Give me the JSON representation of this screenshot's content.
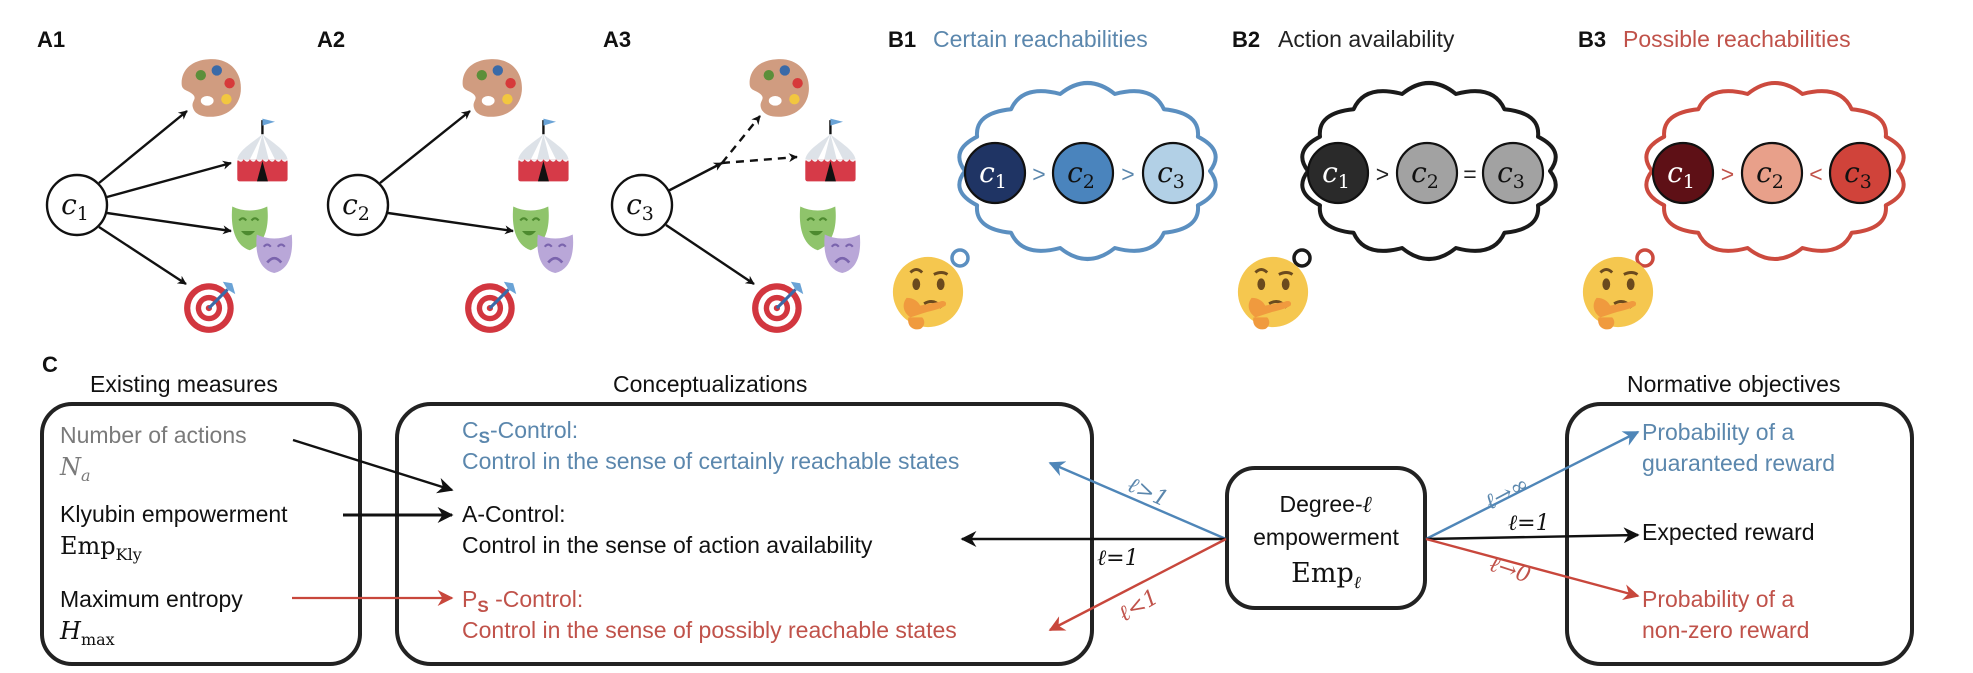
{
  "panels_a": [
    {
      "label": "A1",
      "node": "c",
      "sub": "1"
    },
    {
      "label": "A2",
      "node": "c",
      "sub": "2"
    },
    {
      "label": "A3",
      "node": "c",
      "sub": "3"
    }
  ],
  "panels_b": [
    {
      "label": "B1",
      "title": "Certain reachabilities",
      "title_color": "#5b87ad",
      "cloud_color": "#5b8fc0",
      "nodes": [
        {
          "node": "c",
          "sub": "1",
          "fill": "#1f3464",
          "text": "#ffffff"
        },
        {
          "node": "c",
          "sub": "2",
          "fill": "#4a84bd",
          "text": "#111111"
        },
        {
          "node": "c",
          "sub": "3",
          "fill": "#b2d0e6",
          "text": "#111111"
        }
      ],
      "relations": [
        ">",
        ">"
      ],
      "relation_color": "#5b87ad"
    },
    {
      "label": "B2",
      "title": "Action availability",
      "title_color": "#222222",
      "cloud_color": "#1a1a1a",
      "nodes": [
        {
          "node": "c",
          "sub": "1",
          "fill": "#2a2a2a",
          "text": "#ffffff"
        },
        {
          "node": "c",
          "sub": "2",
          "fill": "#a2a2a2",
          "text": "#111111"
        },
        {
          "node": "c",
          "sub": "3",
          "fill": "#a2a2a2",
          "text": "#111111"
        }
      ],
      "relations": [
        ">",
        "="
      ],
      "relation_color": "#222222"
    },
    {
      "label": "B3",
      "title": "Possible reachabilities",
      "title_color": "#c0524a",
      "cloud_color": "#cc4a3e",
      "nodes": [
        {
          "node": "c",
          "sub": "1",
          "fill": "#5e1016",
          "text": "#ffffff"
        },
        {
          "node": "c",
          "sub": "2",
          "fill": "#e8a08a",
          "text": "#111111"
        },
        {
          "node": "c",
          "sub": "3",
          "fill": "#d0433a",
          "text": "#111111"
        }
      ],
      "relations": [
        ">",
        "<"
      ],
      "relation_color": "#c0524a"
    }
  ],
  "panel_c": {
    "label": "C",
    "existing": {
      "header": "Existing measures",
      "items": [
        {
          "name": "Number of actions",
          "symbol": "N",
          "symbol_sub": "a",
          "color": "#7a7a7a"
        },
        {
          "name": "Klyubin empowerment",
          "symbol": "Emp",
          "symbol_sub": "Kly",
          "color": "#111111"
        },
        {
          "name": "Maximum entropy",
          "symbol": "H",
          "symbol_sub": "max",
          "color": "#111111"
        }
      ]
    },
    "conceptualizations": {
      "header": "Conceptualizations",
      "items": [
        {
          "prefix": "C",
          "prefix_sub": "S",
          "title_rest": "-Control:",
          "desc": "Control in the sense of certainly reachable states",
          "color": "#5b87ad"
        },
        {
          "prefix": "A",
          "prefix_sub": "",
          "title_rest": "-Control:",
          "desc": "Control in the sense of action availability",
          "color": "#111111"
        },
        {
          "prefix": "P",
          "prefix_sub": "S",
          "title_rest": " -Control:",
          "desc": "Control in the sense of possibly reachable states",
          "color": "#c0524a"
        }
      ]
    },
    "center": {
      "line1": "Degree-",
      "line1_symbol": "ℓ",
      "line2": "empowerment",
      "symbol": "Emp",
      "symbol_sub": "ℓ"
    },
    "left_edges": {
      "up": "ℓ>1",
      "mid": "ℓ=1",
      "down": "ℓ<1"
    },
    "right_edges": {
      "up": "ℓ→∞",
      "mid": "ℓ=1",
      "down": "ℓ→0"
    },
    "normative": {
      "header": "Normative objectives",
      "items": [
        {
          "lines": [
            "Probability of a",
            "guaranteed reward"
          ],
          "color": "#5b87ad"
        },
        {
          "lines": [
            "Expected reward"
          ],
          "color": "#111111"
        },
        {
          "lines": [
            "Probability of a",
            "non-zero reward"
          ],
          "color": "#c0524a"
        }
      ]
    }
  },
  "colors": {
    "blue": "#5b8fc0",
    "red": "#c8473c",
    "black": "#111111",
    "box_stroke": "#222222"
  }
}
